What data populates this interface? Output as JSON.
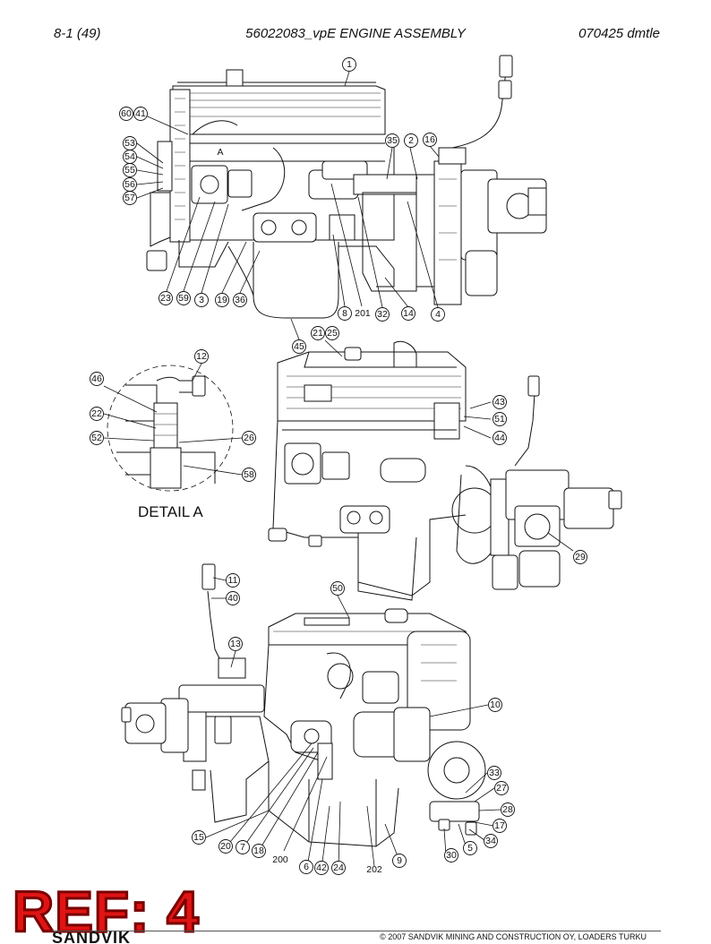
{
  "header": {
    "page": "8-1 (49)",
    "title": "56022083_vpE ENGINE ASSEMBLY",
    "code": "070425 dmtle"
  },
  "detail_label": "DETAIL A",
  "detail_marker": "A",
  "callouts": {
    "top_view": [
      "1",
      "60",
      "41",
      "53",
      "54",
      "55",
      "56",
      "57",
      "35",
      "2",
      "16",
      "23",
      "59",
      "3",
      "19",
      "36",
      "8",
      "201",
      "32",
      "14",
      "4"
    ],
    "middle_view": [
      "45",
      "21",
      "25",
      "43",
      "51",
      "44",
      "29"
    ],
    "detail_a": [
      "12",
      "46",
      "22",
      "52",
      "26",
      "58"
    ],
    "bottom_view": [
      "11",
      "40",
      "50",
      "13",
      "10",
      "33",
      "27",
      "28",
      "17",
      "34",
      "5",
      "30",
      "15",
      "20",
      "7",
      "18",
      "200",
      "6",
      "42",
      "24",
      "202",
      "9"
    ]
  },
  "ref_stamp": "REF: 4",
  "logo_text": "SANDVIK",
  "copyright": "© 2007 SANDVIK MINING AND CONSTRUCTION OY, LOADERS TURKU"
}
